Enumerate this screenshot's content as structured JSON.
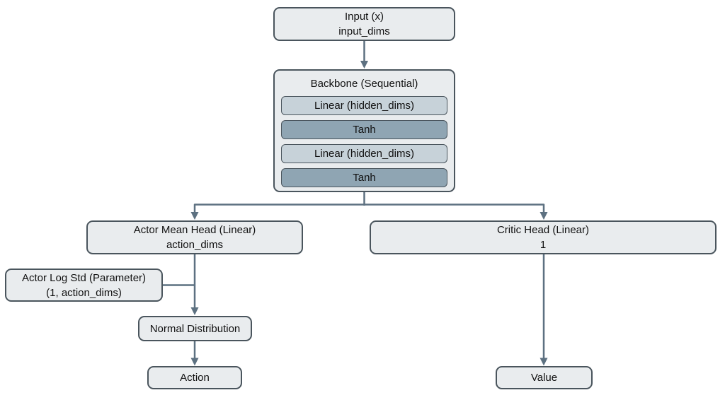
{
  "colors": {
    "canvas_bg": "#ffffff",
    "node_fill": "#e9ecee",
    "node_border": "#4a555d",
    "linear_fill": "#c7d2d9",
    "tanh_fill": "#8fa5b3",
    "connector": "#5d7181",
    "text": "#111111"
  },
  "diagram": {
    "type": "flowchart",
    "description": "Actor-critic neural network architecture",
    "nodes": {
      "input": {
        "title": "Input (x)",
        "subtitle": "input_dims"
      },
      "backbone": {
        "title": "Backbone (Sequential)",
        "layers": [
          "Linear (hidden_dims)",
          "Tanh",
          "Linear (hidden_dims)",
          "Tanh"
        ]
      },
      "actor_mean_head": {
        "title": "Actor Mean Head (Linear)",
        "subtitle": "action_dims"
      },
      "critic_head": {
        "title": "Critic Head (Linear)",
        "subtitle": "1"
      },
      "actor_log_std": {
        "title": "Actor Log Std (Parameter)",
        "subtitle": "(1, action_dims)"
      },
      "normal_distribution": {
        "title": "Normal Distribution"
      },
      "action": {
        "title": "Action"
      },
      "value": {
        "title": "Value"
      }
    },
    "edges": [
      "input -> backbone",
      "backbone -> actor_mean_head",
      "backbone -> critic_head",
      "actor_mean_head -> normal_distribution",
      "actor_log_std -> normal_distribution",
      "normal_distribution -> action",
      "critic_head -> value"
    ]
  }
}
